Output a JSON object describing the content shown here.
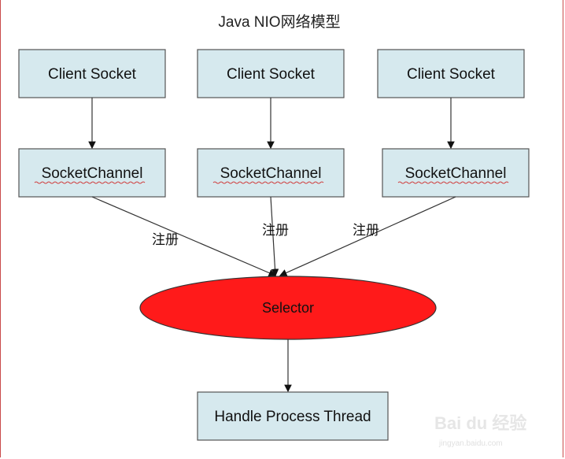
{
  "title": "Java NIO网络模型",
  "nodes": {
    "client_sockets": [
      "Client Socket",
      "Client Socket",
      "Client Socket"
    ],
    "socket_channels": [
      "SocketChannel",
      "SocketChannel",
      "SocketChannel"
    ],
    "selector": "Selector",
    "handler": "Handle Process Thread"
  },
  "edge_labels": [
    "注册",
    "注册",
    "注册"
  ],
  "colors": {
    "box_fill": "#d6e9ee",
    "selector_fill": "#ff1a1a",
    "frame_border": "#c94a4a"
  },
  "watermark": {
    "brand": "Bai du 经验",
    "url": "jingyan.baidu.com"
  }
}
